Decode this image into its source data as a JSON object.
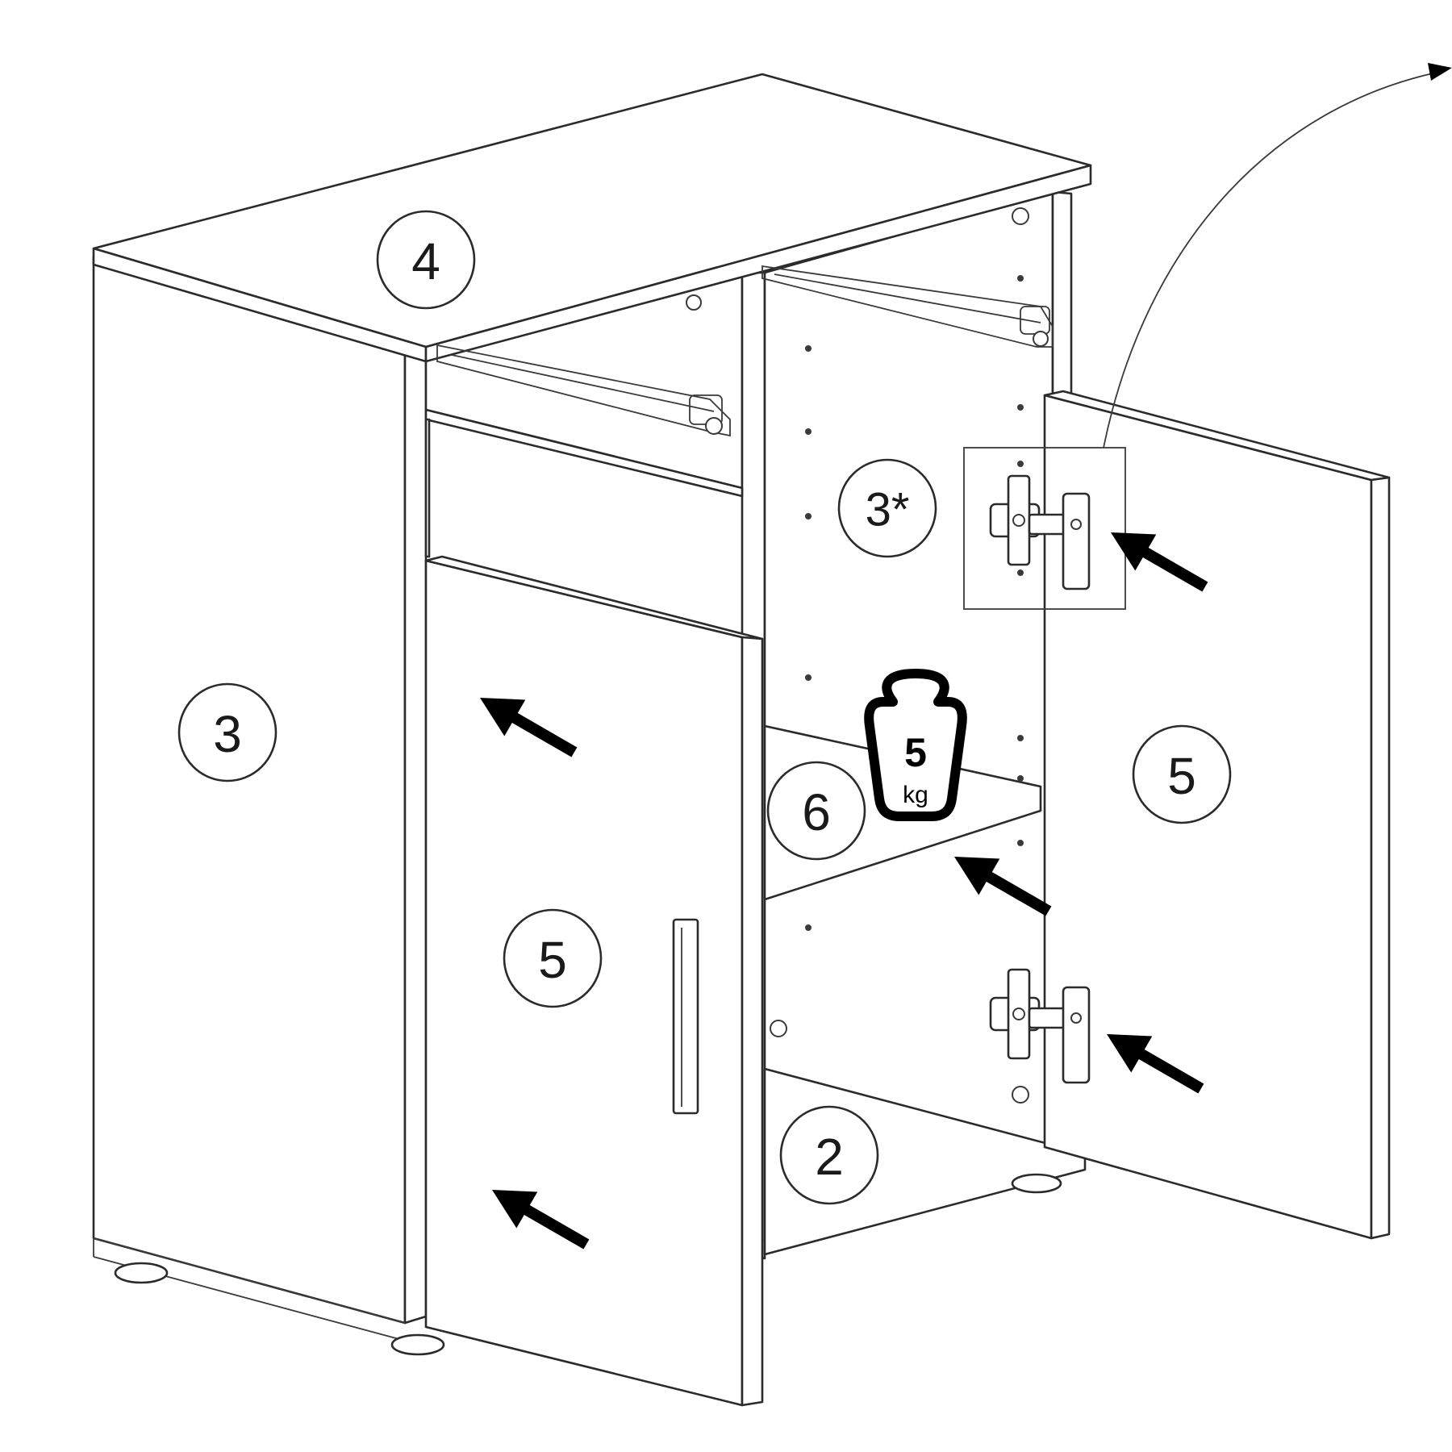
{
  "diagram": {
    "callouts": [
      {
        "id": "side-panel",
        "label": "3"
      },
      {
        "id": "top-panel",
        "label": "4"
      },
      {
        "id": "right-side-panel",
        "label": "3*"
      },
      {
        "id": "left-door",
        "label": "5"
      },
      {
        "id": "right-door",
        "label": "5"
      },
      {
        "id": "shelf",
        "label": "6"
      },
      {
        "id": "bottom-panel",
        "label": "2"
      }
    ],
    "weight_limit": {
      "value": "5",
      "unit": "kg"
    },
    "icons": [
      "hinge-icon",
      "drawer-runner-icon",
      "weight-icon",
      "arrow-icon"
    ]
  }
}
